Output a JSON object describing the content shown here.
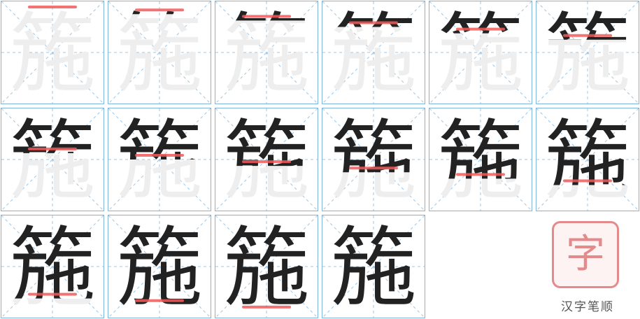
{
  "character": "箷",
  "stroke_count": 16,
  "colors": {
    "grid_border": "#7fb5dc",
    "guide_line": "#9cc6e6",
    "ghost_character": "#eeeeee",
    "drawn_stroke": "#222222",
    "current_stroke": "#f25a5a",
    "watermark": "#e48a8a"
  },
  "watermark": {
    "stamp_glyph": "字",
    "caption": "汉字笔顺"
  }
}
